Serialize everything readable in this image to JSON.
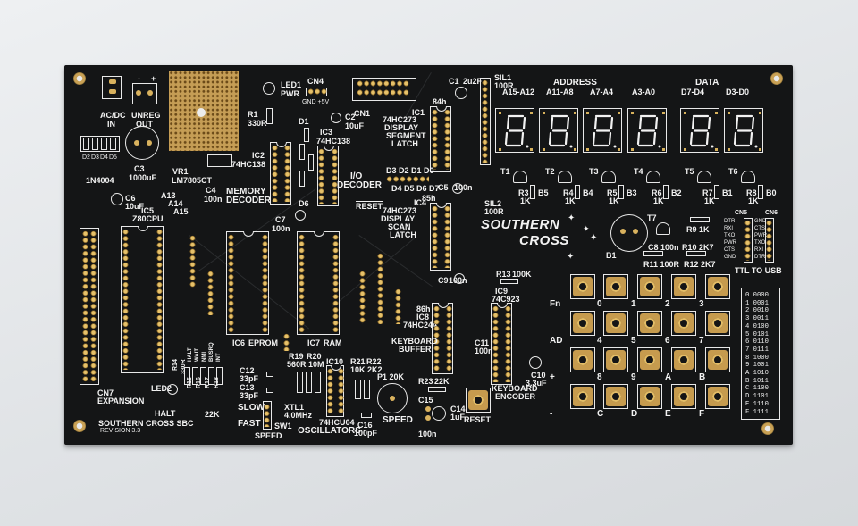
{
  "board": {
    "title": "SOUTHERN CROSS SBC",
    "revision": "REVISION 3.3",
    "logo_line1": "SOUTHERN",
    "logo_line2": "CROSS",
    "pcb_color": "#141516",
    "pad_color": "#c9a155",
    "silk_color": "#f2f2f2"
  },
  "power": {
    "acdc": "AC/DC",
    "acdc_in": "IN",
    "unreg": "UNREG",
    "unreg_out": "OUT",
    "unreg_minus": "-",
    "unreg_plus": "+",
    "c3": "C3",
    "c3_val": "1000uF",
    "vr1": "VR1",
    "vr1_val": "LM7805CT",
    "diodes": "1N4004",
    "d2": "D2",
    "d3": "D3",
    "d4": "D4",
    "d5": "D5",
    "c6": "C6",
    "c6_val": "10uF"
  },
  "labels": {
    "led1": "LED1",
    "pwr": "PWR",
    "r1": "R1",
    "r1_val": "330R",
    "cn4": "CN4",
    "cn4_sub": "GND +5V",
    "cn1": "CN1",
    "c2": "C2",
    "c2_val": "10uF",
    "d1": "D1",
    "ic3": "IC3",
    "ic3_val": "74HC138",
    "ic2": "IC2",
    "ic2_val": "74HC138",
    "memory_decoder_1": "MEMORY",
    "memory_decoder_2": "DECODER",
    "c4": "C4",
    "c4_val": "100n",
    "a13": "A13",
    "a14": "A14",
    "a15": "A15",
    "ic5": "IC5",
    "ic5_val": "Z80CPU",
    "c7": "C7",
    "c7_val": "100n",
    "d6": "D6",
    "io_decoder_1": "I/O",
    "io_decoder_2": "DECODER",
    "reset_label": "RESET",
    "ic1": "IC1",
    "ic1_val": "74HC273",
    "ic1_d1": "DISPLAY",
    "ic1_d2": "SEGMENT",
    "ic1_d3": "LATCH",
    "h84": "84h",
    "c1": "C1",
    "c1_val": "2u2F",
    "sil1": "SIL1",
    "sil1_val": "100R",
    "diode_row1": "D3  D2  D1  D0",
    "diode_row2": "D4  D5  D6  D7",
    "h85": "85h",
    "c5": "C5",
    "c5_val": "100n",
    "ic4": "IC4",
    "ic4_val": "74HC273",
    "ic4_d1": "DISPLAY",
    "ic4_d2": "SCAN",
    "ic4_d3": "LATCH",
    "sil2": "SIL2",
    "sil2_val": "100R",
    "c9": "C9",
    "c9_val": "100n",
    "ic6": "IC6",
    "ic6_val": "EPROM",
    "ic7": "IC7",
    "ic7_val": "RAM",
    "h86": "86h",
    "ic8": "IC8",
    "ic8_val": "74HC244",
    "kb_buffer_1": "KEYBOARD",
    "kb_buffer_2": "BUFFER",
    "r13": "R13",
    "r13_val": "100K",
    "ic9": "IC9",
    "ic9_val": "74C923",
    "c11": "C11",
    "c11_val": "100n",
    "c10": "C10",
    "c10_val": "3.3uF",
    "kb_enc_1": "KEYBOARD",
    "kb_enc_2": "ENCODER",
    "cn7": "CN7",
    "cn7_sub": "EXPANSION",
    "led2": "LED2",
    "halt": "HALT",
    "r14": "R14",
    "r14_val": "330R",
    "sig_halt": "HALT",
    "sig_wait": "WAIT",
    "sig_nmi": "NMI",
    "sig_busrq": "BUSRQ",
    "sig_int": "INT",
    "r15": "R15",
    "r16": "R16",
    "r17": "R17",
    "r18": "R18",
    "r_22k": "22K",
    "c12": "C12",
    "c12_val": "33pF",
    "c13": "C13",
    "c13_val": "33pF",
    "slow": "SLOW",
    "fast": "FAST",
    "sw1": "SW1",
    "speed_label": "SPEED",
    "r19": "R19",
    "r19_val": "560R",
    "r20": "R20",
    "r20_val": "10M",
    "ic10": "IC10",
    "xtl1": "XTL1",
    "xtl1_val": "4.0MHz",
    "ic10_val": "74HCU04",
    "oscillators": "OSCILLATORS",
    "r21": "R21",
    "r21_val": "10K",
    "r22": "R22",
    "r22_val": "2K2",
    "c16": "C16",
    "c16_val": "100pF",
    "p1": "P1 20K",
    "speed_pot": "SPEED",
    "r23": "R23",
    "r23_val": "22K",
    "c15": "C15",
    "c15_val": "100n",
    "c14": "C14",
    "c14_val": "1uF",
    "reset_btn": "RESET"
  },
  "display": {
    "address": "ADDRESS",
    "data": "DATA",
    "groups": [
      "A15-A12",
      "A11-A8",
      "A7-A4",
      "A3-A0",
      "D7-D4",
      "D3-D0"
    ],
    "transistors": [
      "T1",
      "T2",
      "T3",
      "T4",
      "T5",
      "T6"
    ],
    "resistors": [
      "R3",
      "R4",
      "R5",
      "R6",
      "R7",
      "R8"
    ],
    "res_val": "1K",
    "bits": [
      "B5",
      "B4",
      "B3",
      "B2",
      "B1",
      "B0"
    ]
  },
  "serial": {
    "t7": "T7",
    "r9": "R9 1K",
    "c8": "C8 100n",
    "r10": "R10 2K7",
    "r11": "R11 100R",
    "r12": "R12 2K7",
    "b1": "B1",
    "cn5": "CN5",
    "cn6": "CN6",
    "cn5_pins": [
      "DTR",
      "RXI",
      "TXO",
      "PWR",
      "CTS",
      "GND"
    ],
    "cn6_pins": [
      "GND",
      "CTS",
      "PWR",
      "TXO",
      "RXI",
      "DTR"
    ],
    "ttl_to_usb": "TTL TO USB"
  },
  "keypad": {
    "row_labels": [
      "Fn",
      "AD",
      "+",
      "-"
    ],
    "keys": [
      "0",
      "1",
      "2",
      "3",
      "4",
      "5",
      "6",
      "7",
      "8",
      "9",
      "A",
      "B",
      "C",
      "D",
      "E",
      "F"
    ]
  },
  "binary_table": [
    "0 0000",
    "1 0001",
    "2 0010",
    "3 0011",
    "4 0100",
    "5 0101",
    "6 0110",
    "7 0111",
    "8 1000",
    "9 1001",
    "A 1010",
    "B 1011",
    "C 1100",
    "D 1101",
    "E 1110",
    "F 1111"
  ]
}
